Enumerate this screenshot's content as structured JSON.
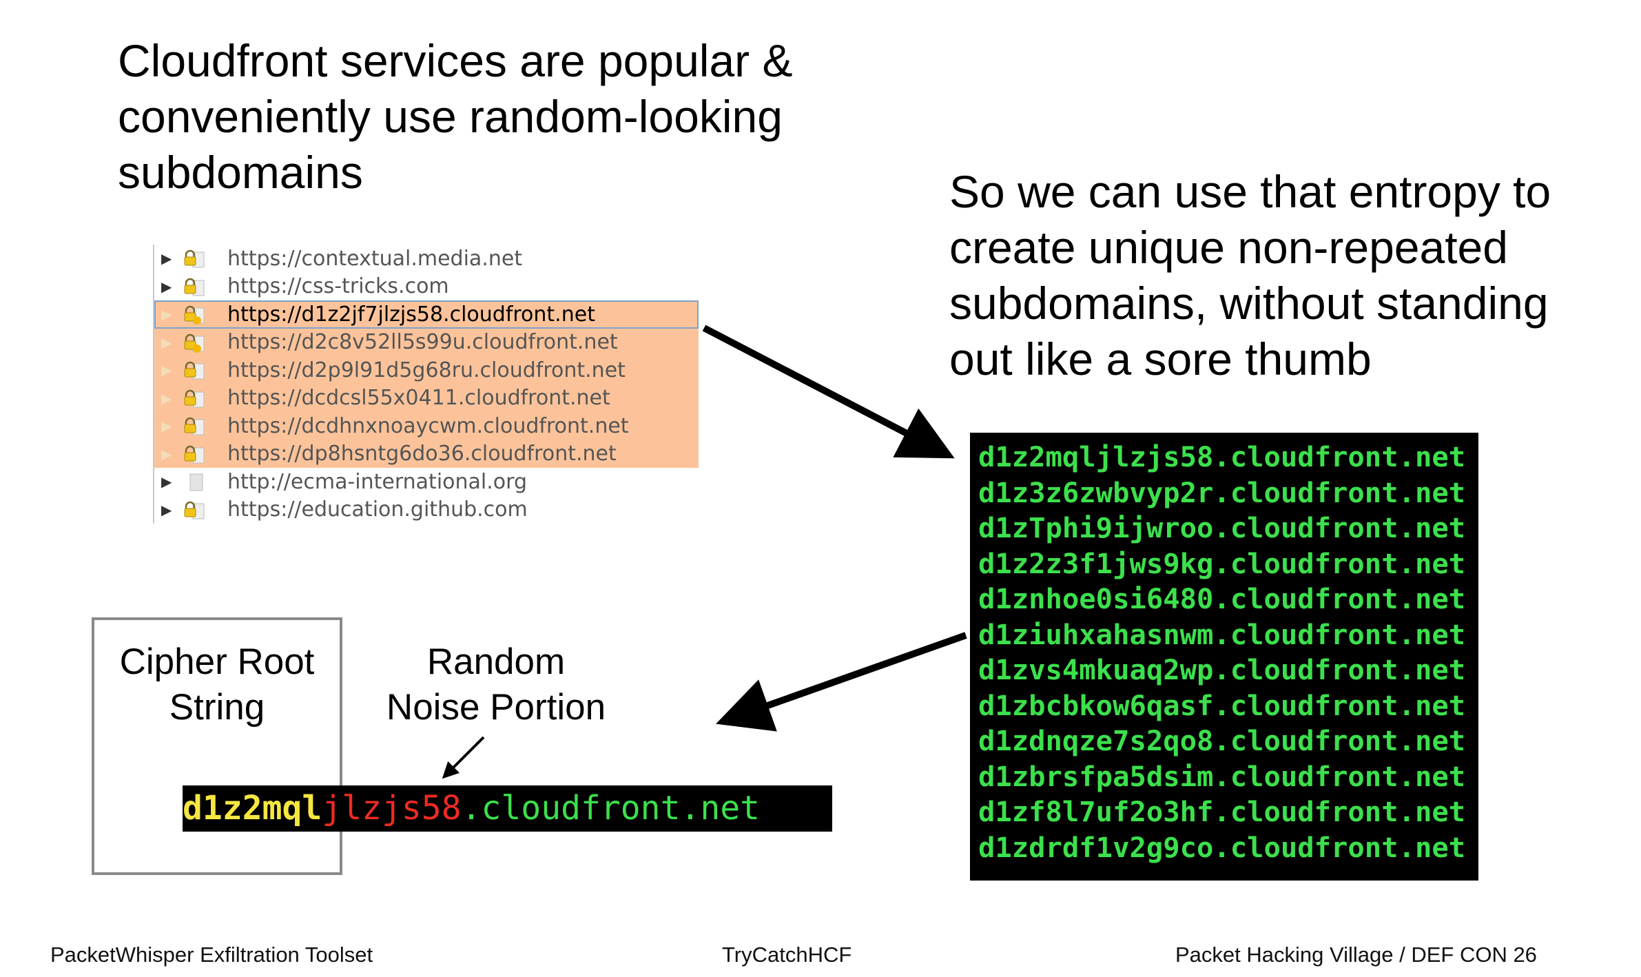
{
  "heading_left": "Cloudfront services are popular &\nconveniently use random-looking\nsubdomains",
  "heading_right": "So we can use that entropy to\ncreate unique non-repeated\nsubdomains, without standing\nout like a sore thumb",
  "site_tree": {
    "rows": [
      {
        "url": "https://contextual.media.net",
        "highlighted": false,
        "selected": false,
        "icon": "lock-icon"
      },
      {
        "url": "https://css-tricks.com",
        "highlighted": false,
        "selected": false,
        "icon": "lock-icon"
      },
      {
        "url": "https://d1z2jf7jlzjs58.cloudfront.net",
        "highlighted": true,
        "selected": true,
        "icon": "lock-warning-icon"
      },
      {
        "url": "https://d2c8v52ll5s99u.cloudfront.net",
        "highlighted": true,
        "selected": false,
        "icon": "lock-warning-icon"
      },
      {
        "url": "https://d2p9l91d5g68ru.cloudfront.net",
        "highlighted": true,
        "selected": false,
        "icon": "lock-icon"
      },
      {
        "url": "https://dcdcsl55x0411.cloudfront.net",
        "highlighted": true,
        "selected": false,
        "icon": "lock-icon"
      },
      {
        "url": "https://dcdhnxnoaycwm.cloudfront.net",
        "highlighted": true,
        "selected": false,
        "icon": "lock-icon"
      },
      {
        "url": "https://dp8hsntg6do36.cloudfront.net",
        "highlighted": true,
        "selected": false,
        "icon": "lock-icon"
      },
      {
        "url": "http://ecma-international.org",
        "highlighted": false,
        "selected": false,
        "icon": "page-icon"
      },
      {
        "url": "https://education.github.com",
        "highlighted": false,
        "selected": false,
        "icon": "lock-icon"
      }
    ]
  },
  "terminal_lines": [
    "d1z2mqljlzjs58.cloudfront.net",
    "d1z3z6zwbvyp2r.cloudfront.net",
    "d1zTphi9ijwroo.cloudfront.net",
    "d1z2z3f1jws9kg.cloudfront.net",
    "d1znhoe0si6480.cloudfront.net",
    "d1ziuhxahasnwm.cloudfront.net",
    "d1zvs4mkuaq2wp.cloudfront.net",
    "d1zbcbkow6qasf.cloudfront.net",
    "d1zdnqze7s2qo8.cloudfront.net",
    "d1zbrsfpa5dsim.cloudfront.net",
    "d1zf8l7uf2o3hf.cloudfront.net",
    "d1zdrdf1v2g9co.cloudfront.net"
  ],
  "cipher_label": "Cipher Root\nString",
  "noise_label": "Random\nNoise Portion",
  "example": {
    "root": "d1z2mql",
    "noise": "jlzjs58",
    "domain": ".cloudfront.net"
  },
  "colors": {
    "highlight": "#fcc39a",
    "terminal_text": "#3ce04c",
    "root": "#f5e642",
    "noise": "#ee2b22"
  },
  "footer": {
    "left": "PacketWhisper Exfiltration Toolset",
    "center": "TryCatchHCF",
    "right": "Packet Hacking Village / DEF CON 26"
  }
}
